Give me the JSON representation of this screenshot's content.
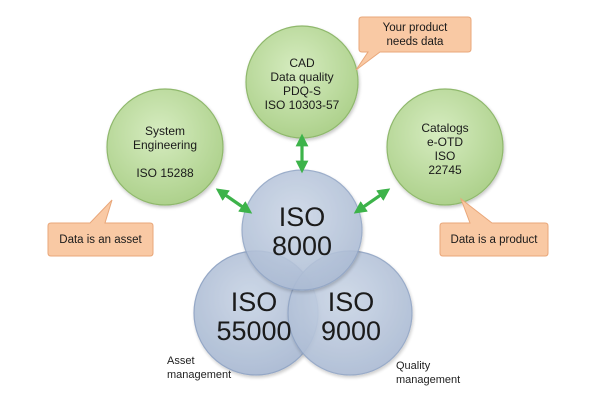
{
  "colors": {
    "green_fill": "#b8d898",
    "green_stroke": "#8fb86c",
    "blue_fill": "#b3c2d8",
    "blue_stroke": "#8fa3c3",
    "arrow": "#3db34a",
    "callout_fill": "#f9c9a4",
    "callout_stroke": "#e9a77a"
  },
  "top_circle": {
    "line1": "CAD",
    "line2": "Data quality",
    "line3": "PDQ-S",
    "line4": "ISO 10303-57"
  },
  "left_circle": {
    "line1": "System",
    "line2": "Engineering",
    "line3": "ISO 15288"
  },
  "right_circle": {
    "line1": "Catalogs",
    "line2": "e-OTD",
    "line3": "ISO",
    "line4": "22745"
  },
  "center_circle": {
    "line1": "ISO",
    "line2": "8000"
  },
  "lower_left_circle": {
    "line1": "ISO",
    "line2": "55000"
  },
  "lower_right_circle": {
    "line1": "ISO",
    "line2": "9000"
  },
  "callouts": {
    "top": {
      "line1": "Your product",
      "line2": "needs data"
    },
    "left": "Data is an asset",
    "right": "Data is a product"
  },
  "captions": {
    "asset": {
      "line1": "Asset",
      "line2": "management"
    },
    "quality": {
      "line1": "Quality",
      "line2": "management"
    }
  }
}
